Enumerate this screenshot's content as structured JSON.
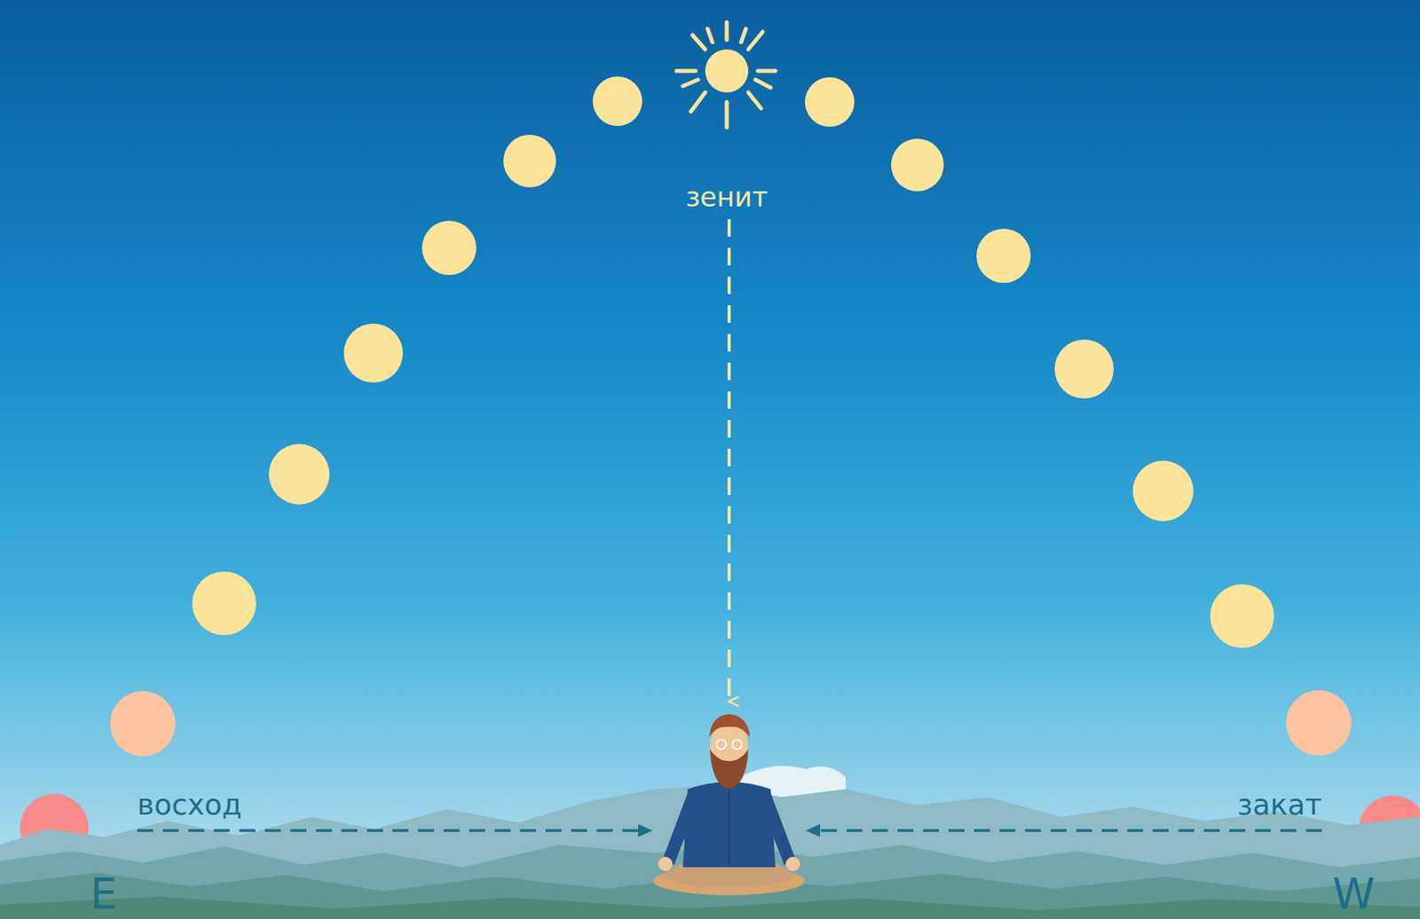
{
  "diagram": {
    "labels": [
      "зенит",
      "восход",
      "закат",
      "E",
      "W"
    ]
  }
}
